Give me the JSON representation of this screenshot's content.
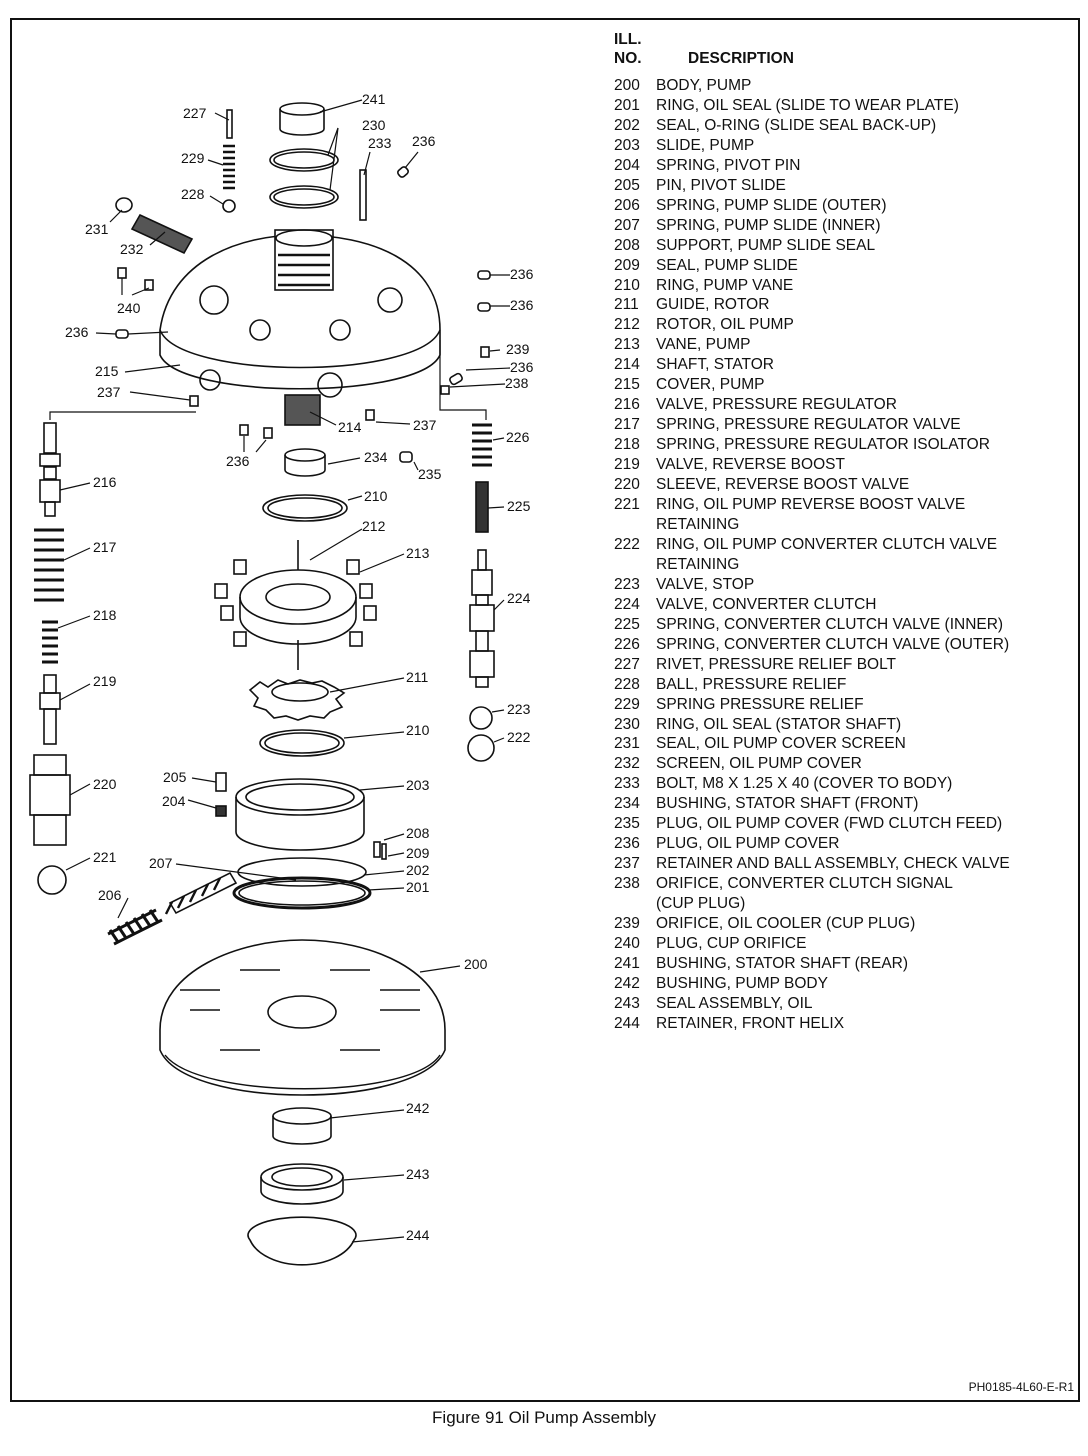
{
  "legend": {
    "header_ill": "ILL.",
    "header_no": "NO.",
    "header_desc": "DESCRIPTION",
    "items": [
      {
        "no": "200",
        "desc": "BODY, PUMP"
      },
      {
        "no": "201",
        "desc": "RING, OIL SEAL (SLIDE TO WEAR PLATE)"
      },
      {
        "no": "202",
        "desc": "SEAL, O-RING (SLIDE SEAL BACK-UP)"
      },
      {
        "no": "203",
        "desc": "SLIDE, PUMP"
      },
      {
        "no": "204",
        "desc": "SPRING, PIVOT PIN"
      },
      {
        "no": "205",
        "desc": "PIN, PIVOT SLIDE"
      },
      {
        "no": "206",
        "desc": "SPRING, PUMP SLIDE (OUTER)"
      },
      {
        "no": "207",
        "desc": "SPRING, PUMP SLIDE (INNER)"
      },
      {
        "no": "208",
        "desc": "SUPPORT, PUMP SLIDE SEAL"
      },
      {
        "no": "209",
        "desc": "SEAL, PUMP SLIDE"
      },
      {
        "no": "210",
        "desc": "RING, PUMP VANE"
      },
      {
        "no": "211",
        "desc": "GUIDE, ROTOR"
      },
      {
        "no": "212",
        "desc": "ROTOR, OIL PUMP"
      },
      {
        "no": "213",
        "desc": "VANE, PUMP"
      },
      {
        "no": "214",
        "desc": "SHAFT, STATOR"
      },
      {
        "no": "215",
        "desc": "COVER, PUMP"
      },
      {
        "no": "216",
        "desc": "VALVE, PRESSURE REGULATOR"
      },
      {
        "no": "217",
        "desc": "SPRING, PRESSURE REGULATOR VALVE"
      },
      {
        "no": "218",
        "desc": "SPRING, PRESSURE REGULATOR ISOLATOR"
      },
      {
        "no": "219",
        "desc": "VALVE, REVERSE BOOST"
      },
      {
        "no": "220",
        "desc": "SLEEVE, REVERSE BOOST VALVE"
      },
      {
        "no": "221",
        "desc": "RING, OIL PUMP REVERSE BOOST VALVE",
        "desc2": "RETAINING"
      },
      {
        "no": "222",
        "desc": "RING, OIL PUMP CONVERTER CLUTCH VALVE",
        "desc2": "RETAINING"
      },
      {
        "no": "223",
        "desc": "VALVE, STOP"
      },
      {
        "no": "224",
        "desc": "VALVE, CONVERTER CLUTCH"
      },
      {
        "no": "225",
        "desc": "SPRING, CONVERTER CLUTCH VALVE (INNER)"
      },
      {
        "no": "226",
        "desc": "SPRING, CONVERTER CLUTCH VALVE (OUTER)"
      },
      {
        "no": "227",
        "desc": "RIVET, PRESSURE RELIEF BOLT"
      },
      {
        "no": "228",
        "desc": "BALL, PRESSURE RELIEF"
      },
      {
        "no": "229",
        "desc": "SPRING PRESSURE RELIEF"
      },
      {
        "no": "230",
        "desc": "RING, OIL SEAL (STATOR SHAFT)"
      },
      {
        "no": "231",
        "desc": "SEAL, OIL PUMP COVER SCREEN"
      },
      {
        "no": "232",
        "desc": "SCREEN, OIL PUMP COVER"
      },
      {
        "no": "233",
        "desc": "BOLT, M8 X 1.25 X 40 (COVER TO BODY)"
      },
      {
        "no": "234",
        "desc": "BUSHING, STATOR SHAFT (FRONT)"
      },
      {
        "no": "235",
        "desc": "PLUG, OIL PUMP COVER (FWD CLUTCH FEED)"
      },
      {
        "no": "236",
        "desc": "PLUG, OIL PUMP COVER"
      },
      {
        "no": "237",
        "desc": "RETAINER AND BALL ASSEMBLY, CHECK VALVE"
      },
      {
        "no": "238",
        "desc": "ORIFICE, CONVERTER CLUTCH SIGNAL",
        "desc2": "(CUP PLUG)"
      },
      {
        "no": "239",
        "desc": "ORIFICE, OIL COOLER (CUP PLUG)"
      },
      {
        "no": "240",
        "desc": "PLUG, CUP ORIFICE"
      },
      {
        "no": "241",
        "desc": "BUSHING, STATOR SHAFT (REAR)"
      },
      {
        "no": "242",
        "desc": "BUSHING, PUMP BODY"
      },
      {
        "no": "243",
        "desc": "SEAL ASSEMBLY, OIL"
      },
      {
        "no": "244",
        "desc": "RETAINER, FRONT HELIX"
      }
    ]
  },
  "diagram": {
    "callouts": [
      "241",
      "227",
      "230",
      "233",
      "236",
      "229",
      "228",
      "231",
      "232",
      "240",
      "236",
      "236",
      "236",
      "239",
      "215",
      "236",
      "237",
      "238",
      "214",
      "237",
      "236",
      "234",
      "235",
      "226",
      "216",
      "210",
      "212",
      "225",
      "213",
      "217",
      "224",
      "218",
      "211",
      "219",
      "223",
      "210",
      "222",
      "205",
      "203",
      "220",
      "204",
      "208",
      "209",
      "221",
      "207",
      "202",
      "201",
      "206",
      "200",
      "242",
      "243",
      "244"
    ]
  },
  "doc_id": "PH0185-4L60-E-R1",
  "caption": "Figure 91 Oil Pump Assembly"
}
